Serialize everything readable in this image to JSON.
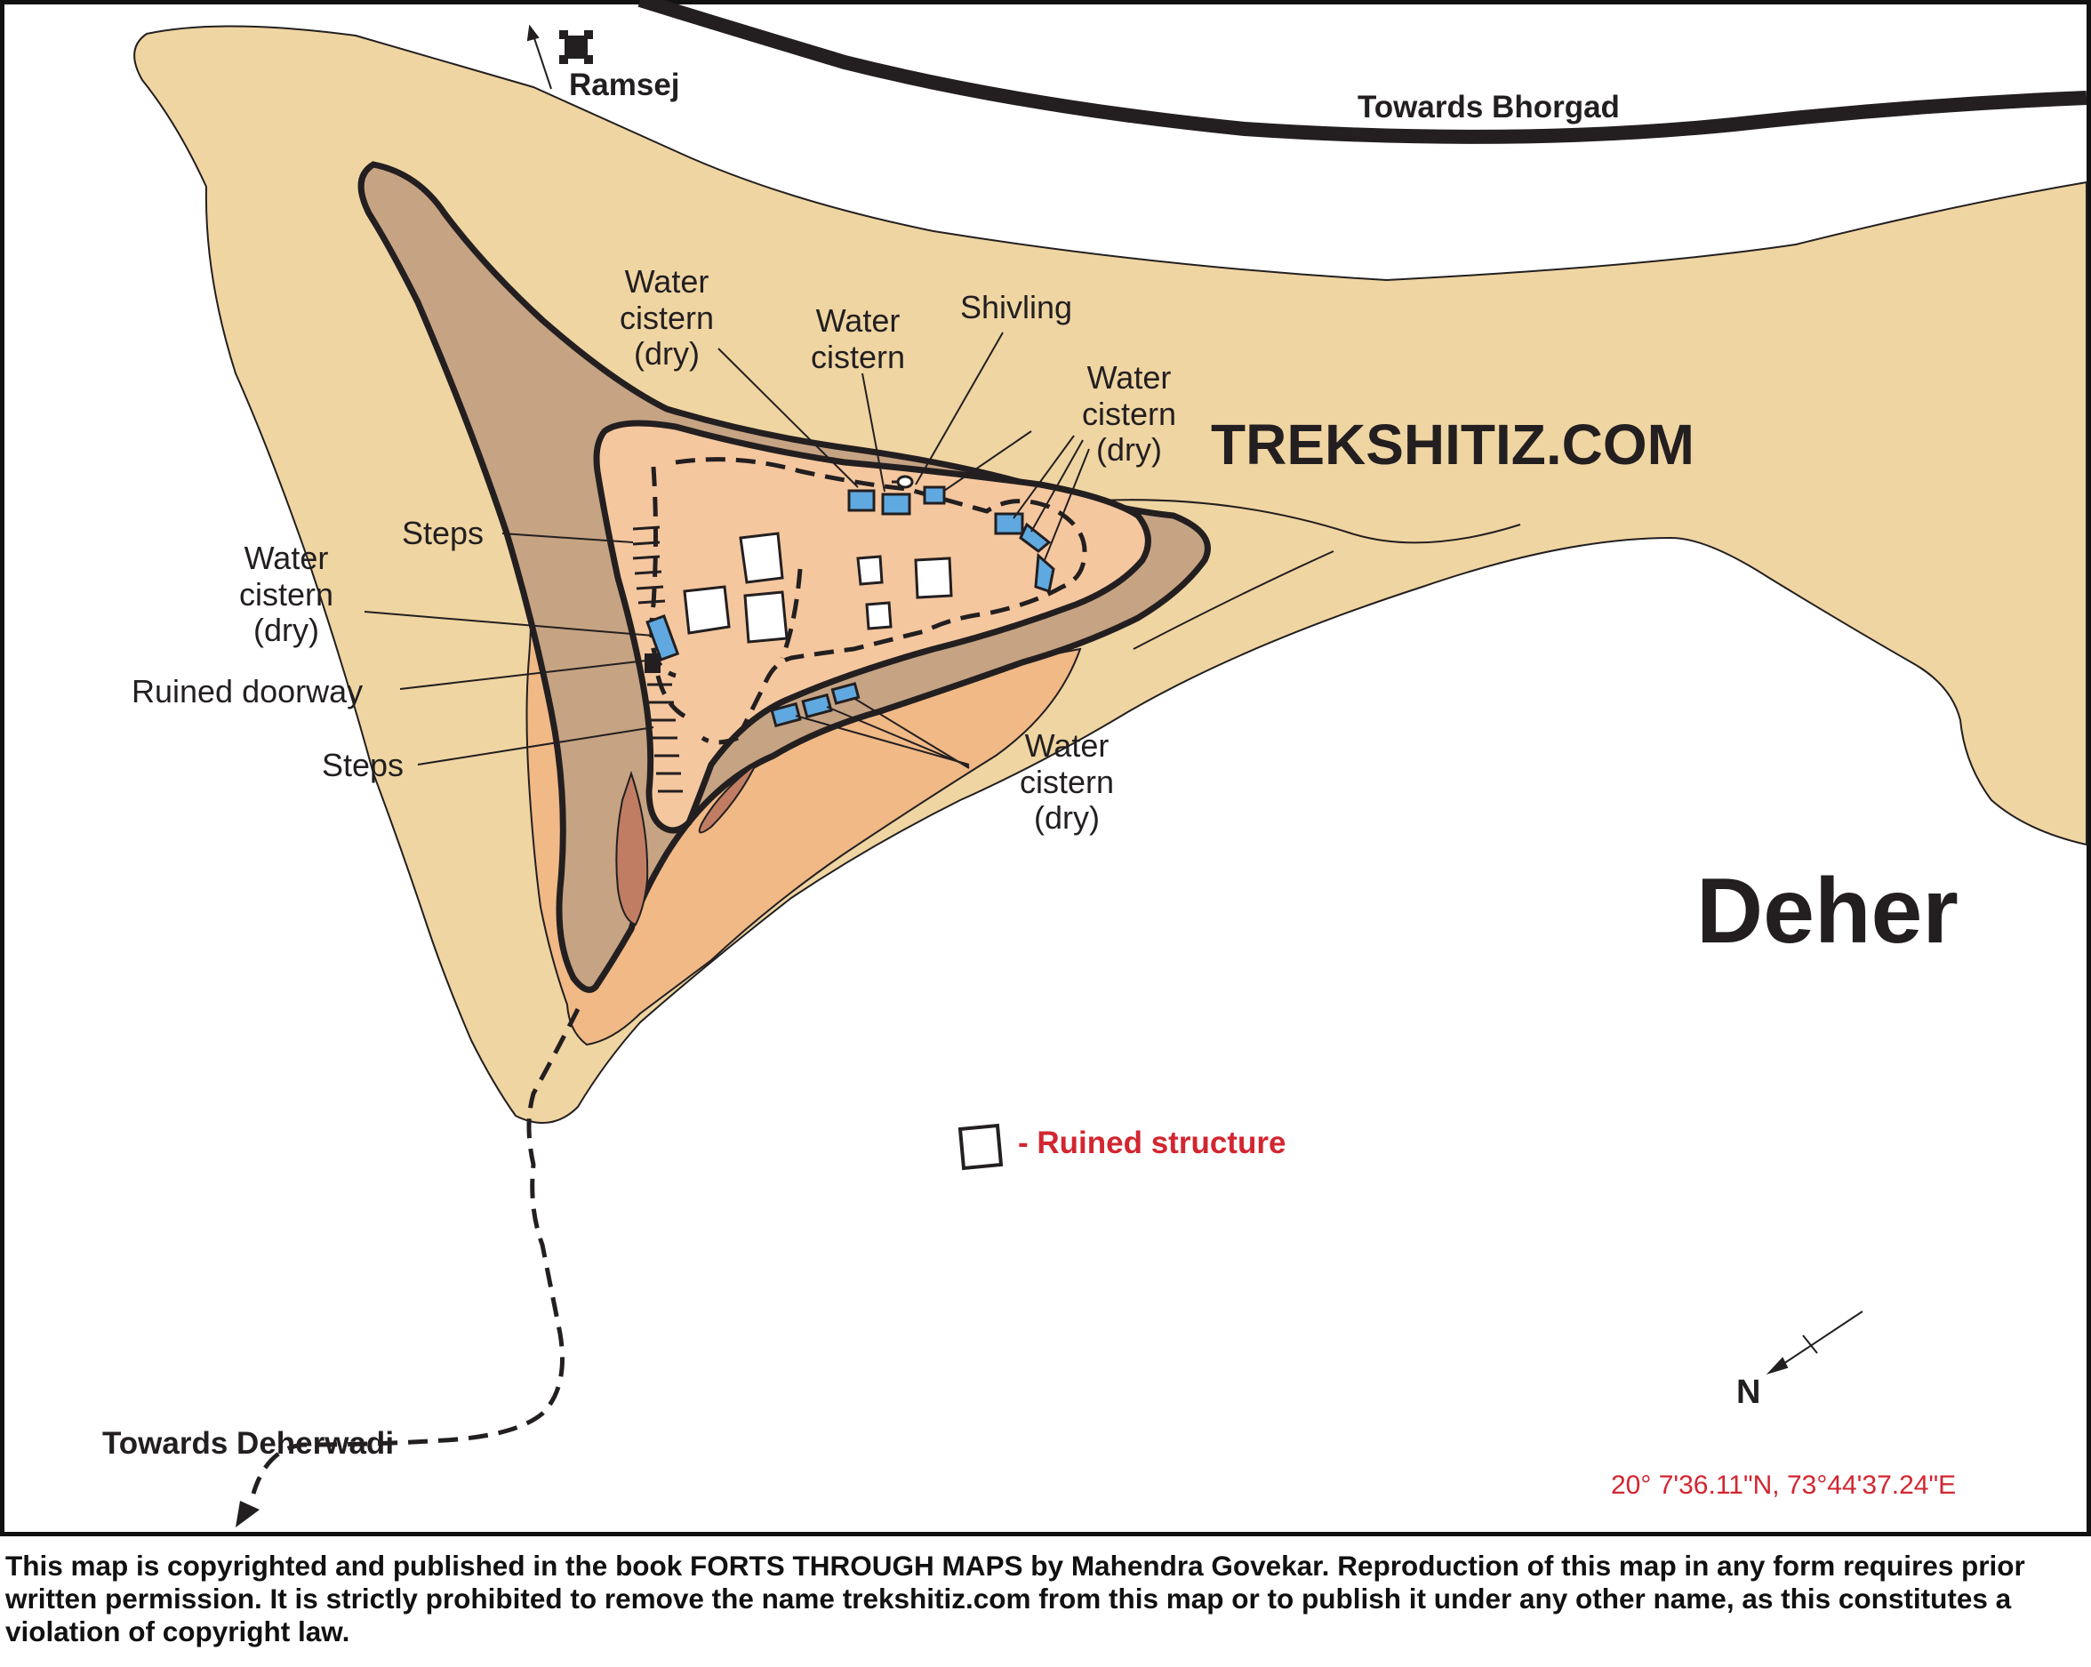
{
  "map": {
    "fort_name": "Deher",
    "watermark": "TREKSHITIZ.COM",
    "coordinates": "20° 7'36.11\"N, 73°44'37.24\"E",
    "north_label": "N",
    "destinations": {
      "ramsej": "Ramsej",
      "bhorgad": "Towards Bhorgad",
      "deherwadi": "Towards Deherwadi"
    },
    "labels": {
      "water_cistern_dry_top": [
        "Water",
        "cistern",
        "(dry)"
      ],
      "water_cistern_top": [
        "Water",
        "cistern"
      ],
      "shivling": "Shivling",
      "water_cistern_dry_right": [
        "Water",
        "cistern",
        "(dry)"
      ],
      "steps_upper": "Steps",
      "water_cistern_dry_left": [
        "Water",
        "cistern",
        "(dry)"
      ],
      "ruined_doorway": "Ruined doorway",
      "steps_lower": "Steps",
      "water_cistern_dry_bottom": [
        "Water",
        "cistern",
        "(dry)"
      ]
    },
    "legend": {
      "ruined_structure": "- Ruined structure"
    },
    "colors": {
      "outer_hill": "#efd5a2",
      "slope": "#c6a383",
      "plateau": "#f5c79f",
      "lower_band": "#f0b986",
      "gully": "#c07d63",
      "cistern": "#5fa9e0",
      "road": "#231f20",
      "legend_red": "#d22630",
      "coord_red": "#d22630"
    }
  },
  "footer": {
    "copyright": "This map is copyrighted and published in the book FORTS THROUGH MAPS by Mahendra Govekar. Reproduction of this map in any form requires prior written permission. It is strictly prohibited to remove the name trekshitiz.com from this map or to publish it under any other name, as this constitutes a violation of copyright law."
  }
}
